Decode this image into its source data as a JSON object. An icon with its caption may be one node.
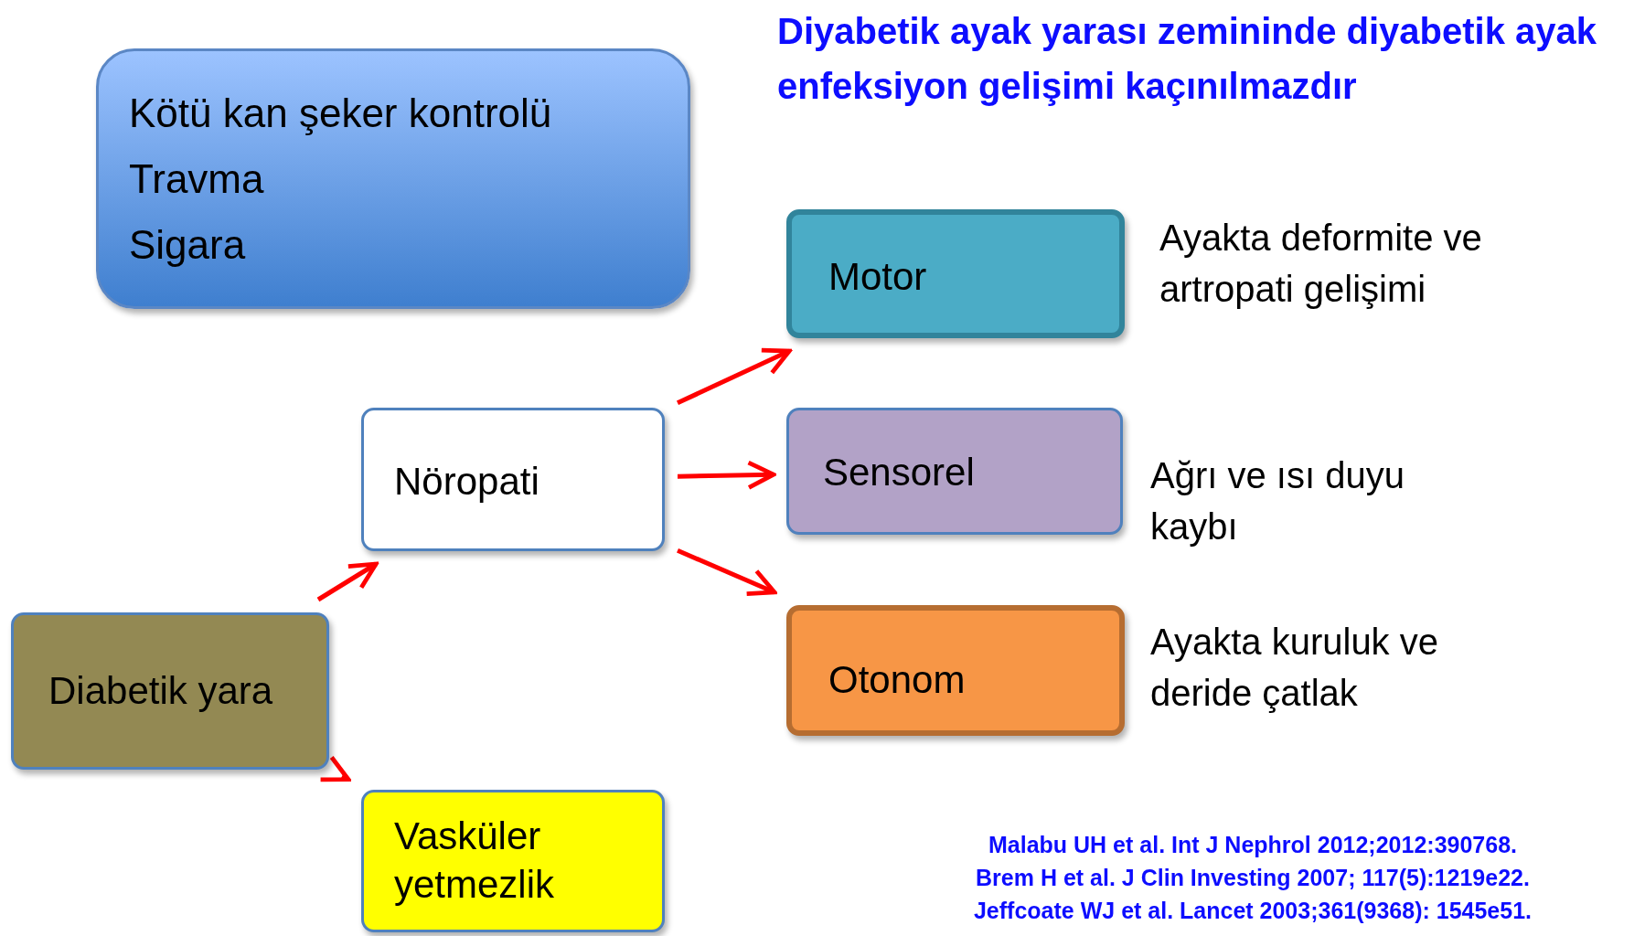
{
  "diagram": {
    "title": "Diyabetik ayak yarası zemininde diyabetik ayak enfeksiyon gelişimi kaçınılmazdır",
    "nodes": [
      {
        "text": [
          "Kötü kan şeker kontrolü",
          "Travma",
          "Sigara"
        ]
      },
      {
        "text": [
          "Motor"
        ],
        "beside": [
          "Ayakta deformite ve artropati gelişimi"
        ]
      },
      {
        "text": [
          "Nöropati"
        ]
      },
      {
        "text": [
          "Sensorel"
        ],
        "beside": [
          "Ağrı ve ısı duyu kaybı"
        ]
      },
      {
        "text": [
          "Diabetik yara"
        ]
      },
      {
        "text": [
          "Otonom"
        ],
        "beside": [
          "Ayakta kuruluk ve deride çatlak"
        ]
      },
      {
        "text": [
          "Vasküler yetmezlik"
        ]
      }
    ],
    "edges": [
      {
        "from": 4,
        "to": 2,
        "arrow": "to"
      },
      {
        "from": 4,
        "to": 6,
        "arrow": "to"
      },
      {
        "from": 2,
        "to": 1,
        "arrow": "to"
      },
      {
        "from": 2,
        "to": 3,
        "arrow": "to"
      },
      {
        "from": 2,
        "to": 5,
        "arrow": "to"
      }
    ],
    "labels": [
      "Malabu UH et al. Int J Nephrol 2012;2012:390768.",
      "Brem H et al. J Clin Investing 2007; 117(5):1219e22.",
      "Jeffcoate WJ et al. Lancet 2003;361(9368): 1545e51."
    ]
  }
}
